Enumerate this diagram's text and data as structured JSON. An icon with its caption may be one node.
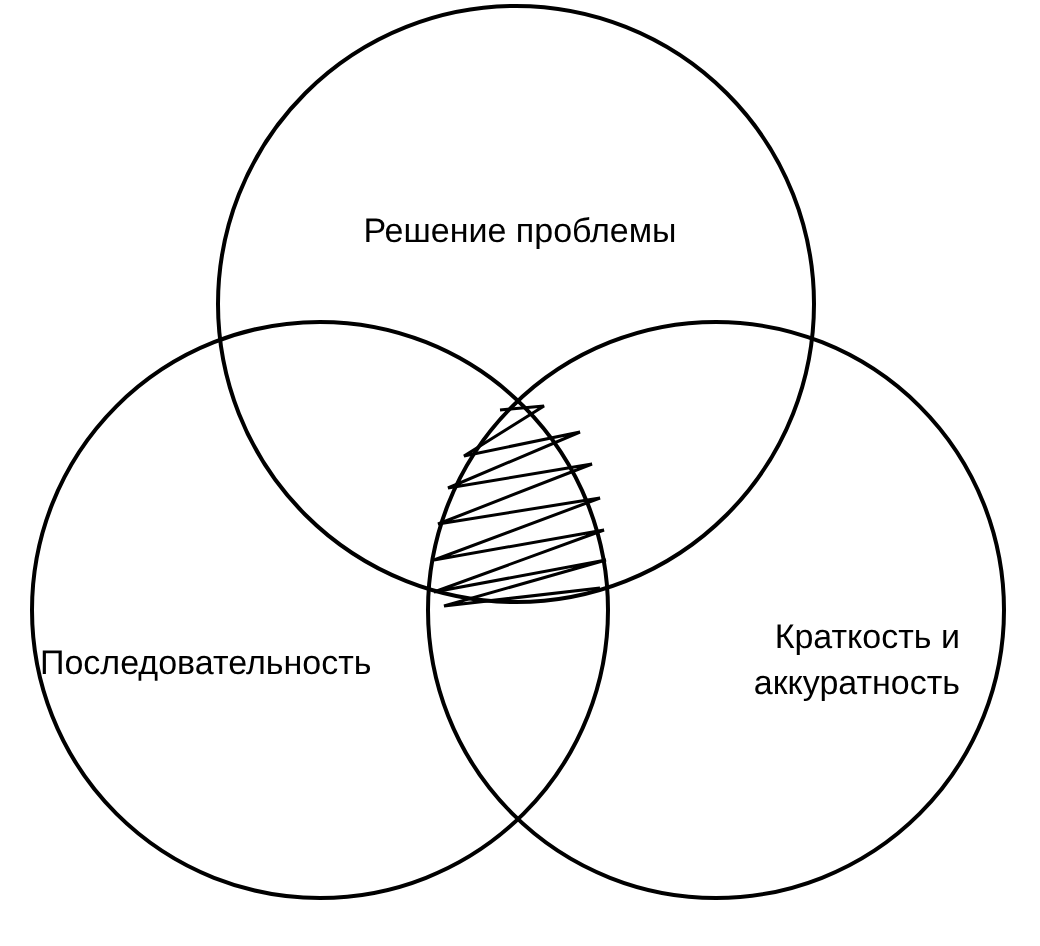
{
  "diagram": {
    "nodes": [
      {
        "text": [
          "Решение проблемы"
        ]
      },
      {
        "text": [
          "Последовательность"
        ]
      },
      {
        "text": [
          "Краткость и аккуратность"
        ]
      }
    ],
    "edges": []
  }
}
